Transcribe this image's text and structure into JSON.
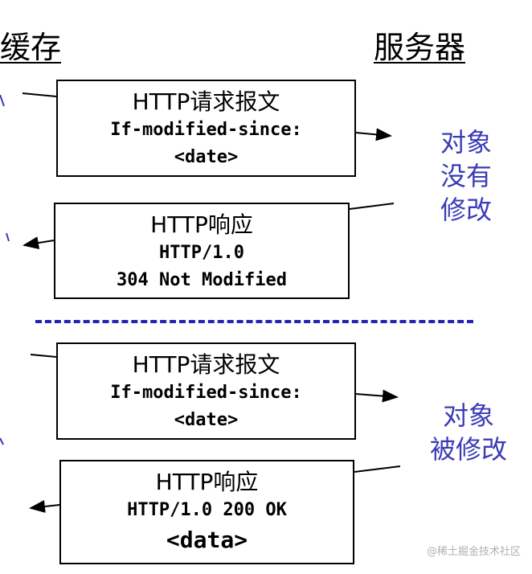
{
  "headers": {
    "cache": "缓存",
    "server": "服务器"
  },
  "exchanges": [
    {
      "request": {
        "title": "HTTP请求报文",
        "line1": "If-modified-since:",
        "line2": "<date>"
      },
      "response": {
        "title": "HTTP响应",
        "line1": "HTTP/1.0",
        "line2": "304 Not Modified"
      },
      "note": [
        "对象",
        "没有",
        "修改"
      ]
    },
    {
      "request": {
        "title": "HTTP请求报文",
        "line1": "If-modified-since:",
        "line2": "<date>"
      },
      "response": {
        "title": "HTTP响应",
        "line1": "HTTP/1.0 200 OK",
        "line2": "<data>"
      },
      "note": [
        "对象",
        "被修改"
      ]
    }
  ],
  "watermark": "@稀土掘金技术社区",
  "colors": {
    "note_text": "#3b3bb8",
    "divider": "#2323b4"
  }
}
